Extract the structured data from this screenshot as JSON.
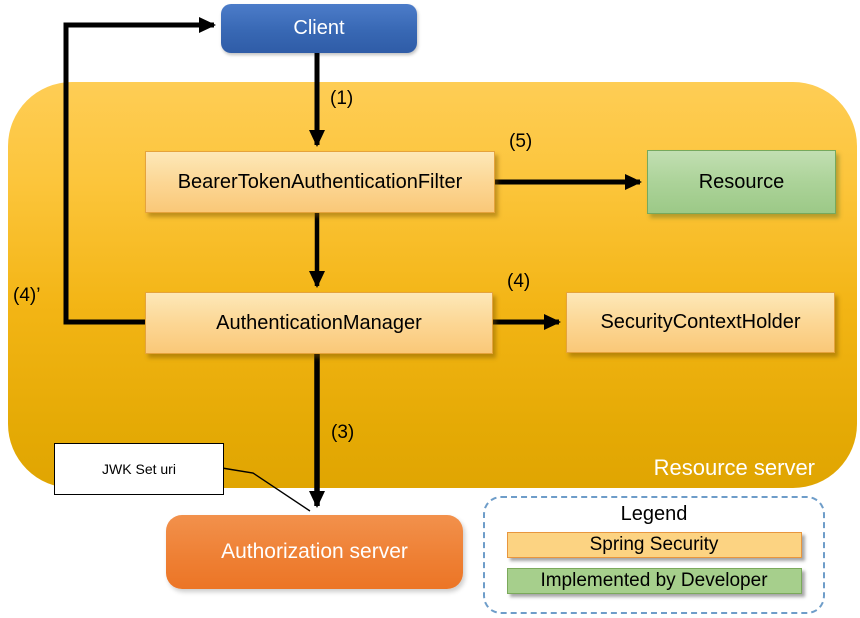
{
  "diagram": {
    "container_label": "Resource server",
    "nodes": {
      "client": "Client",
      "bearer_filter": "BearerTokenAuthenticationFilter",
      "resource": "Resource",
      "authentication_manager": "AuthenticationManager",
      "security_context_holder": "SecurityContextHolder",
      "authorization_server": "Authorization server"
    },
    "callout_label": "JWK Set uri",
    "edges": [
      {
        "from": "client",
        "to": "bearer_filter",
        "label": "(1)"
      },
      {
        "from": "bearer_filter",
        "to": "authentication_manager",
        "label": ""
      },
      {
        "from": "bearer_filter",
        "to": "resource",
        "label": "(5)"
      },
      {
        "from": "authentication_manager",
        "to": "security_context_holder",
        "label": "(4)"
      },
      {
        "from": "authentication_manager",
        "to": "client",
        "label": "(4)’"
      },
      {
        "from": "authentication_manager",
        "to": "authorization_server",
        "label": "(3)"
      }
    ],
    "legend": {
      "title": "Legend",
      "items": [
        {
          "label": "Spring Security",
          "color": "#FCD382"
        },
        {
          "label": "Implemented by Developer",
          "color": "#A6CF8C"
        }
      ]
    },
    "colors": {
      "container_top": "#FECD55",
      "container_bottom": "#E0A502",
      "client_blue": "#3868B4",
      "spring_box_fill": "#FBD07E",
      "spring_box_border": "#E5A33C",
      "developer_green_fill": "#9CC987",
      "developer_green_border": "#76A95D",
      "authorization_orange": "#EE7F33",
      "legend_border_blue": "#6E9DC9",
      "arrow_black": "#000000"
    }
  }
}
